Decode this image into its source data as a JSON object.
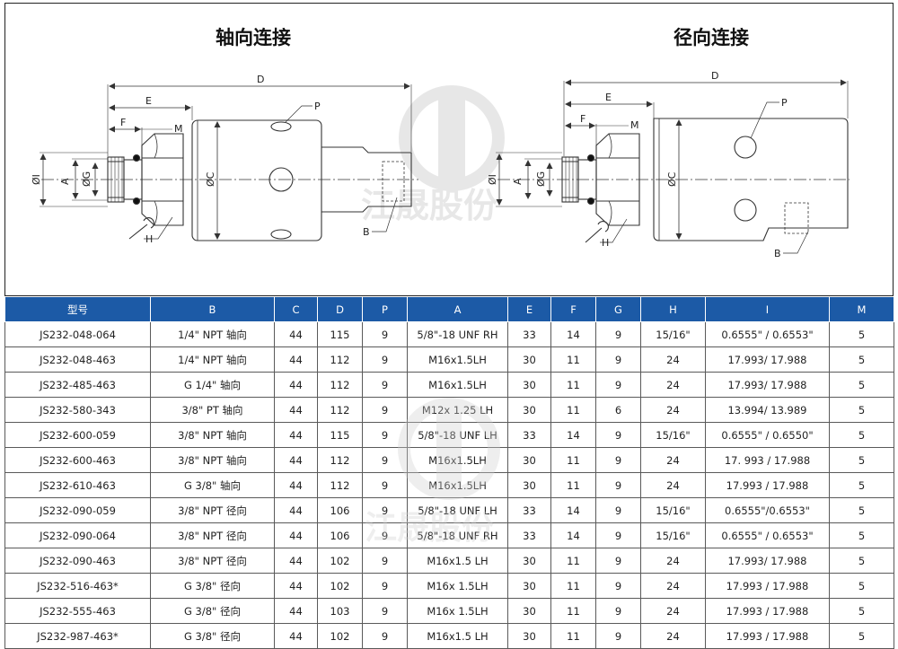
{
  "drawing": {
    "axial_title": "轴向连接",
    "radial_title": "径向连接",
    "axial_labels": {
      "D": "D",
      "E": "E",
      "F": "F",
      "M": "M",
      "P": "P",
      "I": "ØI",
      "A": "A",
      "G": "ØG",
      "C": "ØC",
      "H": "H",
      "B": "B"
    },
    "radial_labels": {
      "D": "D",
      "E": "E",
      "F": "F",
      "M": "M",
      "P": "P",
      "I": "ØI",
      "A": "A",
      "G": "ØG",
      "C": "ØC",
      "H": "H",
      "B": "B"
    },
    "watermark_text": "江晟股份",
    "colors": {
      "line": "#333333",
      "watermark": "#d8d8d8"
    }
  },
  "table": {
    "columns": [
      "型号",
      "B",
      "C",
      "D",
      "P",
      "A",
      "E",
      "F",
      "G",
      "H",
      "I",
      "M"
    ],
    "rows": [
      [
        "JS232-048-064",
        "1/4\" NPT 轴向",
        "44",
        "115",
        "9",
        "5/8\"-18 UNF RH",
        "33",
        "14",
        "9",
        "15/16\"",
        "0.6555\" / 0.6553\"",
        "5"
      ],
      [
        "JS232-048-463",
        "1/4\" NPT 轴向",
        "44",
        "112",
        "9",
        "M16x1.5LH",
        "30",
        "11",
        "9",
        "24",
        "17.993/ 17.988",
        "5"
      ],
      [
        "JS232-485-463",
        "G 1/4\" 轴向",
        "44",
        "112",
        "9",
        "M16x1.5LH",
        "30",
        "11",
        "9",
        "24",
        "17.993/ 17.988",
        "5"
      ],
      [
        "JS232-580-343",
        "3/8\" PT 轴向",
        "44",
        "112",
        "9",
        "M12x 1.25 LH",
        "30",
        "11",
        "6",
        "24",
        "13.994/ 13.989",
        "5"
      ],
      [
        "JS232-600-059",
        "3/8\" NPT 轴向",
        "44",
        "115",
        "9",
        "5/8\"-18 UNF LH",
        "33",
        "14",
        "9",
        "15/16\"",
        "0.6555\" / 0.6550\"",
        "5"
      ],
      [
        "JS232-600-463",
        "3/8\" NPT 轴向",
        "44",
        "112",
        "9",
        "M16x1.5LH",
        "30",
        "11",
        "9",
        "24",
        "17. 993 / 17.988",
        "5"
      ],
      [
        "JS232-610-463",
        "G 3/8\" 轴向",
        "44",
        "112",
        "9",
        "M16x1.5LH",
        "30",
        "11",
        "9",
        "24",
        "17.993 / 17.988",
        "5"
      ],
      [
        "JS232-090-059",
        "3/8\" NPT 径向",
        "44",
        "106",
        "9",
        "5/8\"-18 UNF LH",
        "33",
        "14",
        "9",
        "15/16\"",
        "0.6555\"/0.6553\"",
        "5"
      ],
      [
        "JS232-090-064",
        "3/8\" NPT 径向",
        "44",
        "106",
        "9",
        "5/8\"-18 UNF RH",
        "33",
        "14",
        "9",
        "15/16\"",
        "0.6555\" / 0.6553\"",
        "5"
      ],
      [
        "JS232-090-463",
        "3/8\" NPT 径向",
        "44",
        "102",
        "9",
        "M16x1.5 LH",
        "30",
        "11",
        "9",
        "24",
        "17.993/ 17.988",
        "5"
      ],
      [
        "JS232-516-463*",
        "G 3/8\" 径向",
        "44",
        "102",
        "9",
        "M16x 1.5LH",
        "30",
        "11",
        "9",
        "24",
        "17.993 / 17.988",
        "5"
      ],
      [
        "JS232-555-463",
        "G 3/8\" 径向",
        "44",
        "103",
        "9",
        "M16x 1.5LH",
        "30",
        "11",
        "9",
        "24",
        "17.993 / 17.988",
        "5"
      ],
      [
        "JS232-987-463*",
        "G 3/8\" 径向",
        "44",
        "102",
        "9",
        "M16x1.5 LH",
        "30",
        "11",
        "9",
        "24",
        "17.993 / 17.988",
        "5"
      ]
    ]
  }
}
